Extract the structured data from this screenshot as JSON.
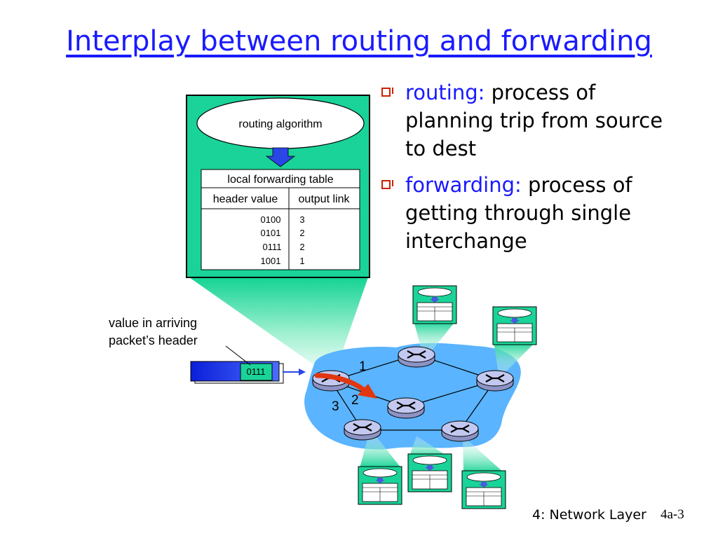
{
  "title": "Interplay between routing and forwarding",
  "router_box": {
    "algorithm": "routing algorithm",
    "table_title": "local forwarding table",
    "col_header": "header value",
    "col_output": "output link",
    "rows": [
      {
        "header": "0100",
        "link": "3"
      },
      {
        "header": "0101",
        "link": "2"
      },
      {
        "header": "0111",
        "link": "2"
      },
      {
        "header": "1001",
        "link": "1"
      }
    ]
  },
  "packet": {
    "value": "0111",
    "caption_line1": "value in arriving",
    "caption_line2": "packet’s header"
  },
  "ports": {
    "p1": "1",
    "p2": "2",
    "p3": "3"
  },
  "bullets": [
    {
      "term": "routing:",
      "line1": " process of",
      "line2": "planning trip from source",
      "line3": "to dest"
    },
    {
      "term": "forwarding:",
      "line1": " process of",
      "line2": "getting through single",
      "line3": "interchange"
    }
  ],
  "footer": {
    "left": "4: Network Layer",
    "right": "4a-3"
  },
  "colors": {
    "title": "#1a1aff",
    "router_box": "#1ad398",
    "cloud": "#5ab4ff",
    "router": "#b7bde8",
    "arrow": "#e2360f"
  }
}
